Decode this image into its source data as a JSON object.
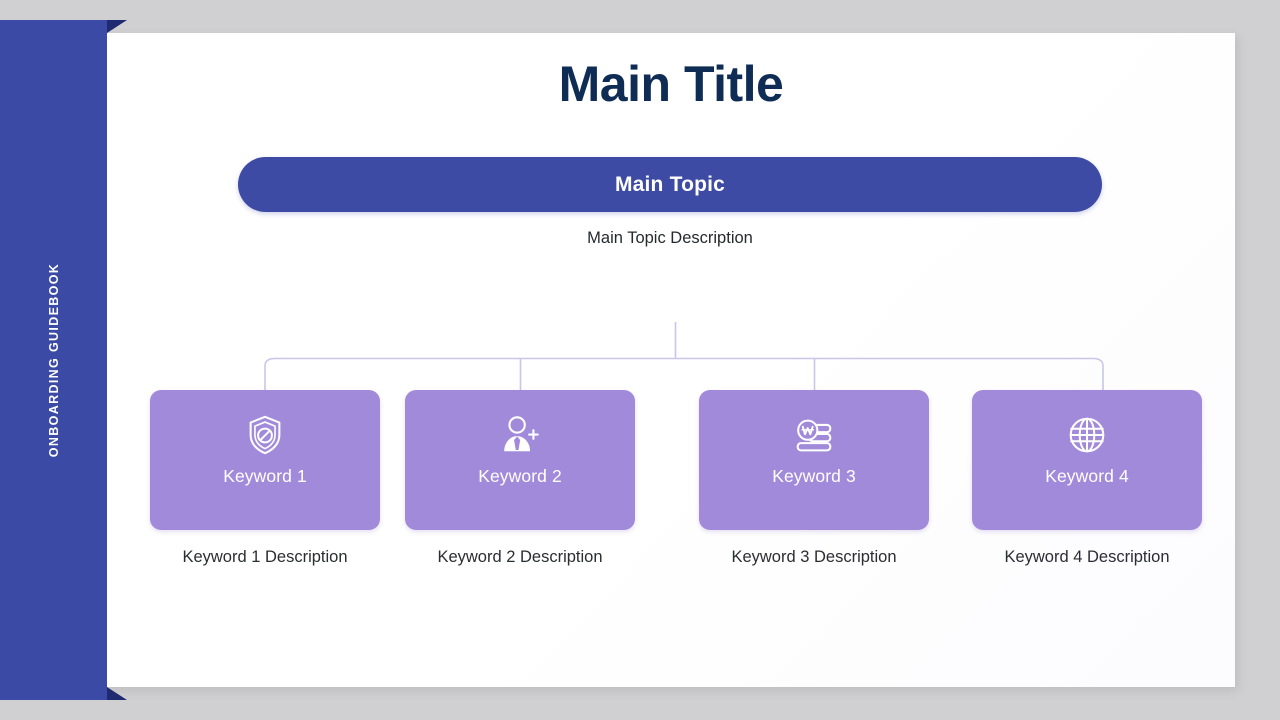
{
  "page": {
    "background_color": "#d0d0d2",
    "sheet_color": "#ffffff"
  },
  "ribbon": {
    "label": "ONBOARDING GUIDEBOOK",
    "color": "#3b4aa4",
    "fold_color": "#1f2a70"
  },
  "header": {
    "title": "Main Title",
    "title_color": "#0f2d54"
  },
  "topic": {
    "label": "Main Topic",
    "description": "Main Topic Description",
    "pill_color": "#3e4ba4",
    "pill_text_color": "#ffffff"
  },
  "connectors": {
    "color": "#c9c6e8"
  },
  "cards": {
    "card_color": "#a28adb",
    "label_color": "#ffffff",
    "description_color": "#2b2d32",
    "items": [
      {
        "label": "Keyword 1",
        "description": "Keyword 1 Description",
        "icon": "shield-block-icon"
      },
      {
        "label": "Keyword 2",
        "description": "Keyword 2 Description",
        "icon": "add-user-icon"
      },
      {
        "label": "Keyword 3",
        "description": "Keyword 3 Description",
        "icon": "won-coins-icon"
      },
      {
        "label": "Keyword 4",
        "description": "Keyword 4 Description",
        "icon": "globe-icon"
      }
    ]
  }
}
